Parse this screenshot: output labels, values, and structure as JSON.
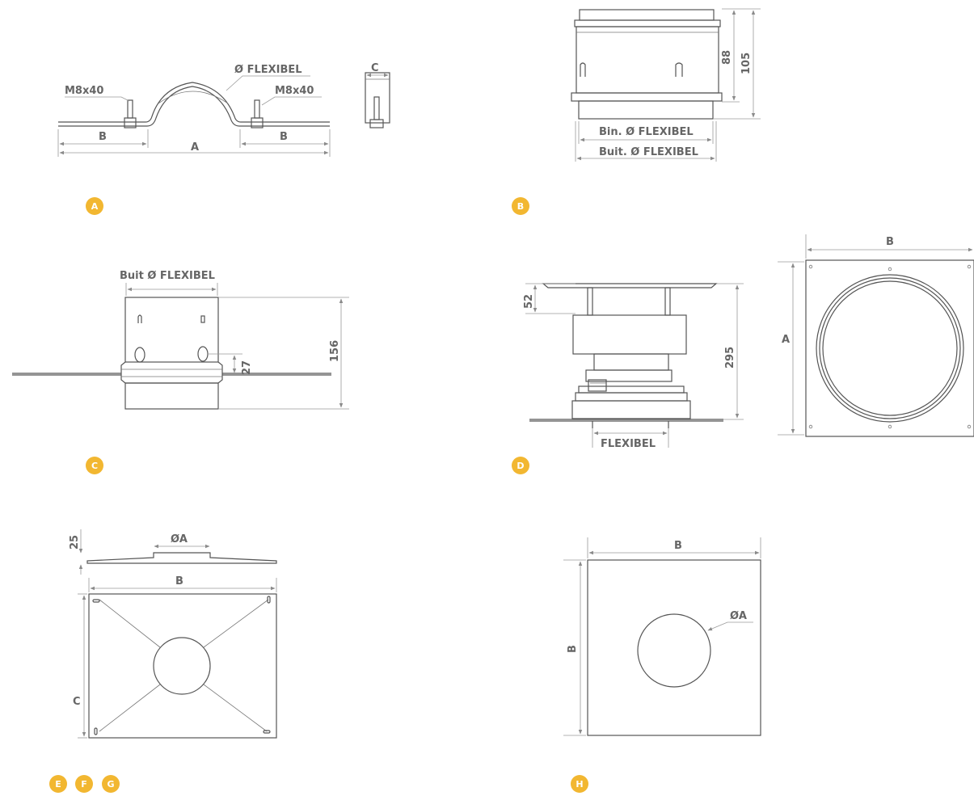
{
  "colors": {
    "badge": "#f2b731",
    "line": "#555555",
    "dimension": "#9a9a9a",
    "label": "#666666"
  },
  "badges": [
    "A",
    "B",
    "C",
    "D",
    "E",
    "F",
    "G",
    "H"
  ],
  "diagram_a": {
    "bolt_left": "M8x40",
    "bolt_right": "M8x40",
    "diameter": "Ø FLEXIBEL",
    "dim_a": "A",
    "dim_b_left": "B",
    "dim_b_right": "B",
    "dim_c": "C"
  },
  "diagram_b": {
    "dim_88": "88",
    "dim_105": "105",
    "inner": "Bin. Ø FLEXIBEL",
    "outer": "Buit. Ø FLEXIBEL"
  },
  "diagram_c": {
    "top": "Buit Ø FLEXIBEL",
    "dim_156": "156",
    "dim_27": "27"
  },
  "diagram_d": {
    "dim_52": "52",
    "dim_295": "295",
    "bottom": "FLEXIBEL",
    "plate_width": "B",
    "plate_height": "A"
  },
  "diagram_efg": {
    "dim_25": "25",
    "diameter": "ØA",
    "width": "B",
    "height": "C"
  },
  "diagram_h": {
    "width": "B",
    "height": "B",
    "diameter": "ØA"
  }
}
